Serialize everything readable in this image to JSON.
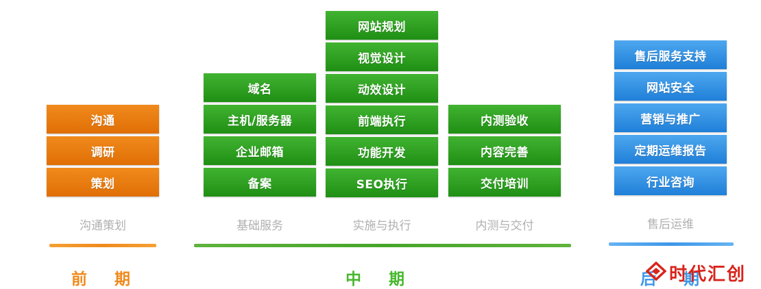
{
  "columns": [
    {
      "category": "沟通策划",
      "items": [
        "沟通",
        "调研",
        "策划"
      ],
      "color": "#e97a10"
    },
    {
      "category": "基础服务",
      "items": [
        "域名",
        "主机/服务器",
        "企业邮箱",
        "备案"
      ],
      "color": "#2e9e22"
    },
    {
      "category": "实施与执行",
      "items": [
        "网站规划",
        "视觉设计",
        "动效设计",
        "前端执行",
        "功能开发",
        "SEO执行"
      ],
      "color": "#2e9e22"
    },
    {
      "category": "内测与交付",
      "items": [
        "内测验收",
        "内容完善",
        "交付培训"
      ],
      "color": "#2e9e22"
    },
    {
      "category": "售后运维",
      "items": [
        "售后服务支持",
        "网站安全",
        "营销与推广",
        "定期运维报告",
        "行业咨询"
      ],
      "color": "#3392e6"
    }
  ],
  "phases": [
    {
      "label": "前 期",
      "color": "#f08a1c"
    },
    {
      "label": "中 期",
      "color": "#46b82c"
    },
    {
      "label": "后 期",
      "color": "#3d97ea"
    }
  ],
  "logo": {
    "text": "时代汇创",
    "color": "#d9241b",
    "icon": "brand-logo-icon"
  }
}
